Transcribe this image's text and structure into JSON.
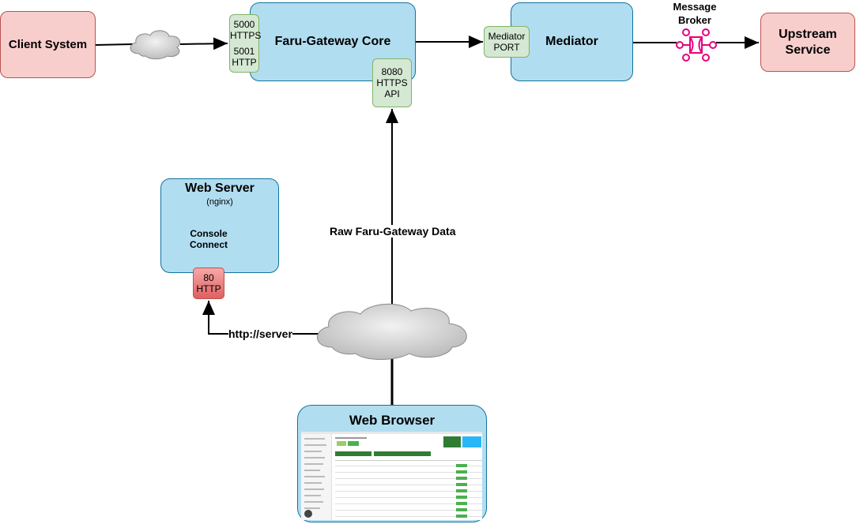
{
  "nodes": {
    "client": "Client System",
    "core": "Faru-Gateway Core",
    "mediator": "Mediator",
    "upstream": "Upstream Service",
    "broker": "Message Broker",
    "webserver_title": "Web Server",
    "webserver_sub": "(nginx)",
    "console": "Console Connect",
    "browser": "Web Browser"
  },
  "ports": {
    "https_5000": "5000 HTTPS",
    "http_5001": "5001 HTTP",
    "api_8080": "8080 HTTPS API",
    "mediator_port": "Mediator PORT",
    "http_80": "80 HTTP"
  },
  "edges": {
    "raw_data": "Raw Faru-Gateway Data",
    "http_server": "http://server"
  },
  "colors": {
    "pink_fill": "#f8cecc",
    "blue_fill": "#b1ddf0",
    "green_fill": "#d5e8d4",
    "broker": "#e6007e"
  }
}
